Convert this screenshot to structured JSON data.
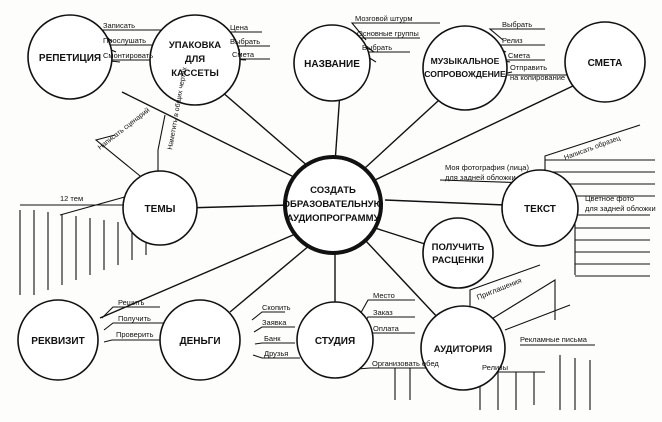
{
  "center": {
    "label": [
      "СОЗДАТЬ",
      "ОБРАЗОВАТЕЛЬНУЮ",
      "АУДИОПРОГРАММУ"
    ]
  },
  "nodes": [
    {
      "id": "repetitsiya",
      "label": [
        "РЕПЕТИЦИЯ"
      ],
      "branches": [
        "Записать",
        "Прослушать",
        "Смонтировать"
      ]
    },
    {
      "id": "upakovka",
      "label": [
        "УПАКОВКА",
        "ДЛЯ",
        "КАССЕТЫ"
      ],
      "branches": [
        "Цена",
        "Выбрать",
        "Смета"
      ]
    },
    {
      "id": "nazvanie",
      "label": [
        "НАЗВАНИЕ"
      ],
      "branches": [
        "Мозговой штурм",
        "Основные группы",
        "Выбрать"
      ]
    },
    {
      "id": "muzyka",
      "label": [
        "МУЗЫКАЛЬНОЕ",
        "СОПРОВОЖДЕНИЕ"
      ],
      "branches": [
        "Выбрать",
        "Релиз",
        "Смета",
        "Отправить",
        "на копирование"
      ]
    },
    {
      "id": "smeta",
      "label": [
        "СМЕТА"
      ],
      "branches": []
    },
    {
      "id": "temy",
      "label": [
        "ТЕМЫ"
      ],
      "branches": [
        "Написать сценарий",
        "Наметить в общих чертах",
        "12 тем"
      ]
    },
    {
      "id": "tekst",
      "label": [
        "ТЕКСТ"
      ],
      "branches": [
        "Написать образец",
        "Моя фотография (лица)",
        "для задней обложки",
        "Цветное фото",
        "для задней обложки"
      ]
    },
    {
      "id": "raschenki",
      "label": [
        "ПОЛУЧИТЬ",
        "РАСЦЕНКИ"
      ],
      "branches": []
    },
    {
      "id": "rekvizit",
      "label": [
        "РЕКВИЗИТ"
      ],
      "branches": [
        "Решить",
        "Получить",
        "Проверить"
      ]
    },
    {
      "id": "dengi",
      "label": [
        "ДЕНЬГИ"
      ],
      "branches": [
        "Скопить",
        "Заявка",
        "Банк",
        "Друзья"
      ]
    },
    {
      "id": "studiya",
      "label": [
        "СТУДИЯ"
      ],
      "branches": [
        "Место",
        "Заказ",
        "Оплата",
        "Организовать обед"
      ]
    },
    {
      "id": "auditoriya",
      "label": [
        "АУДИТОРИЯ"
      ],
      "branches": [
        "Приглашения",
        "Рекламные письма",
        "Релизы"
      ]
    }
  ]
}
